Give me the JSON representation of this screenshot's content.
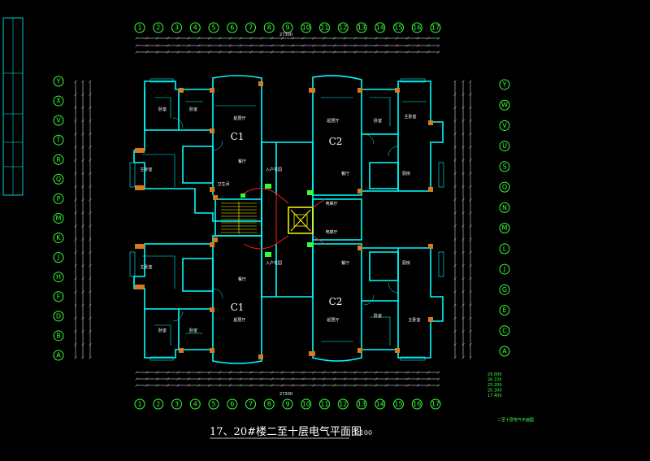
{
  "drawing": {
    "title": "17、20#楼二至十层电气平面图",
    "scale": "1:100",
    "side_note": "二至十层电气平面图"
  },
  "units": {
    "c1": "C1",
    "c2": "C2"
  },
  "grid_axes_top": [
    "1",
    "2",
    "3",
    "4",
    "5",
    "6",
    "7",
    "8",
    "9",
    "10",
    "11",
    "12",
    "13",
    "14",
    "15",
    "16",
    "17"
  ],
  "grid_axes_left": [
    "Y",
    "X",
    "V",
    "T",
    "R",
    "Q",
    "P",
    "M",
    "K",
    "J",
    "H",
    "F",
    "D",
    "B",
    "A"
  ],
  "grid_axes_right": [
    "Y",
    "W",
    "V",
    "U",
    "S",
    "Q",
    "N",
    "M",
    "L",
    "J",
    "G",
    "E",
    "C",
    "A"
  ],
  "total_dims": {
    "top": "27300",
    "bottom": "27300"
  },
  "level_table": [
    "29.000",
    "26.100",
    "23.200",
    "20.300",
    "17.400"
  ],
  "colors": {
    "background": "#000000",
    "wall": "#00ffff",
    "column": "#d67a1f",
    "axis": "#39ff39",
    "text": "#ffffff",
    "elevator": "#ffff00",
    "wiring": "#ff2020"
  },
  "rooms": {
    "living": "起居厅",
    "dining": "餐厅",
    "bedroom": "卧室",
    "master": "主卧室",
    "kitchen": "厨房",
    "toilet": "卫生间",
    "lift_hall": "电梯厅",
    "entry": "入户花园"
  }
}
